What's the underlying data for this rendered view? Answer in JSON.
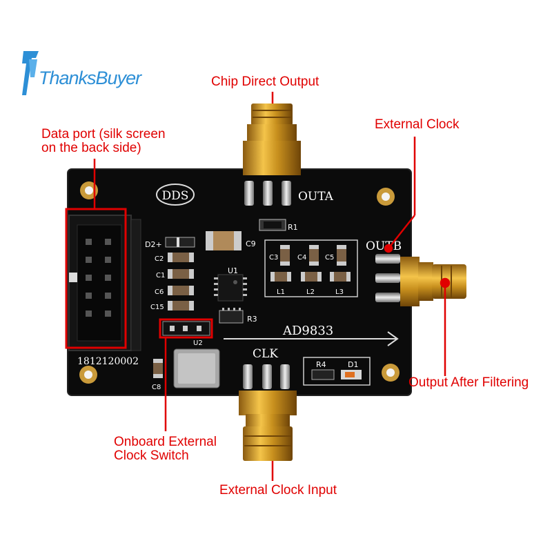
{
  "brand": {
    "name": "ThanksBuyer",
    "color": "#2d8fd6"
  },
  "callouts": {
    "chip_direct_output": "Chip Direct Output",
    "external_clock": "External Clock",
    "data_port": [
      "Data port (silk screen",
      "on the back side)"
    ],
    "output_after_filtering": "Output After Filtering",
    "onboard_clock_switch": [
      "Onboard External",
      "Clock Switch"
    ],
    "external_clock_input": "External Clock Input",
    "color": "#e00000"
  },
  "board": {
    "color": "#0b0b0b",
    "dds": "DDS",
    "outa": "OUTA",
    "outb": "OUTB",
    "clk": "CLK",
    "chip": "AD9833",
    "serial": "1812120002",
    "labels": {
      "u1": "U1",
      "u2": "U2",
      "r1": "R1",
      "r3": "R3",
      "r4": "R4",
      "d1": "D1",
      "d2": "D2+",
      "c1": "C1",
      "c2": "C2",
      "c3": "C3",
      "c4": "C4",
      "c5": "C5",
      "c6": "C6",
      "c8": "C8",
      "c9": "C9",
      "c15": "C15",
      "l1": "L1",
      "l2": "L2",
      "l3": "L3"
    }
  }
}
